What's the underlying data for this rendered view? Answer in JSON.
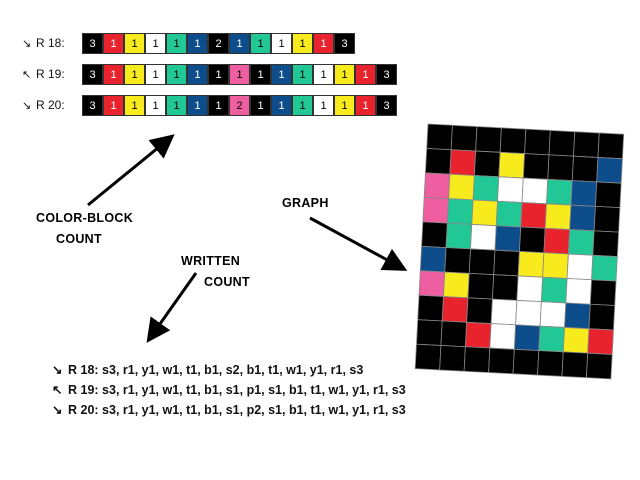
{
  "colors": {
    "s": "#000000",
    "r": "#e8232e",
    "y": "#f7ea1d",
    "w": "#ffffff",
    "t": "#21c895",
    "b": "#0e4d8c",
    "p": "#ee5ea0"
  },
  "rows": [
    {
      "label": "R 18:",
      "arrow": "↘",
      "cells": [
        [
          "s",
          "3"
        ],
        [
          "r",
          "1"
        ],
        [
          "y",
          "1"
        ],
        [
          "w",
          "1"
        ],
        [
          "t",
          "1"
        ],
        [
          "b",
          "1"
        ],
        [
          "s",
          "2"
        ],
        [
          "b",
          "1"
        ],
        [
          "t",
          "1"
        ],
        [
          "w",
          "1"
        ],
        [
          "y",
          "1"
        ],
        [
          "r",
          "1"
        ],
        [
          "s",
          "3"
        ]
      ]
    },
    {
      "label": "R 19:",
      "arrow": "↖",
      "cells": [
        [
          "s",
          "3"
        ],
        [
          "r",
          "1"
        ],
        [
          "y",
          "1"
        ],
        [
          "w",
          "1"
        ],
        [
          "t",
          "1"
        ],
        [
          "b",
          "1"
        ],
        [
          "s",
          "1"
        ],
        [
          "p",
          "1"
        ],
        [
          "s",
          "1"
        ],
        [
          "b",
          "1"
        ],
        [
          "t",
          "1"
        ],
        [
          "w",
          "1"
        ],
        [
          "y",
          "1"
        ],
        [
          "r",
          "1"
        ],
        [
          "s",
          "3"
        ]
      ]
    },
    {
      "label": "R 20:",
      "arrow": "↘",
      "cells": [
        [
          "s",
          "3"
        ],
        [
          "r",
          "1"
        ],
        [
          "y",
          "1"
        ],
        [
          "w",
          "1"
        ],
        [
          "t",
          "1"
        ],
        [
          "b",
          "1"
        ],
        [
          "s",
          "1"
        ],
        [
          "p",
          "2"
        ],
        [
          "s",
          "1"
        ],
        [
          "b",
          "1"
        ],
        [
          "t",
          "1"
        ],
        [
          "w",
          "1"
        ],
        [
          "y",
          "1"
        ],
        [
          "r",
          "1"
        ],
        [
          "s",
          "3"
        ]
      ]
    }
  ],
  "captions": {
    "color_block_1": "COLOR-BLOCK",
    "color_block_2": "COUNT",
    "graph": "GRAPH",
    "written_1": "WRITTEN",
    "written_2": "COUNT"
  },
  "written_rows": [
    {
      "arrow": "↘",
      "text": "R 18: s3, r1, y1, w1, t1, b1, s2, b1, t1, w1, y1, r1, s3"
    },
    {
      "arrow": "↖",
      "text": "R 19: s3, r1, y1, w1, t1, b1, s1, p1, s1, b1, t1, w1, y1, r1, s3"
    },
    {
      "arrow": "↘",
      "text": "R 20: s3, r1, y1, w1, t1, b1, s1, p2, s1, b1, t1, w1, y1, r1, s3"
    }
  ],
  "graph_grid": [
    "ssssssss",
    "srsysssb",
    "pytwwtbs",
    "ptytrybs",
    "stwbsrts",
    "bsssyywt",
    "pysswtws",
    "srswwwbs",
    "ssrwbtyr",
    "ssssssss"
  ]
}
